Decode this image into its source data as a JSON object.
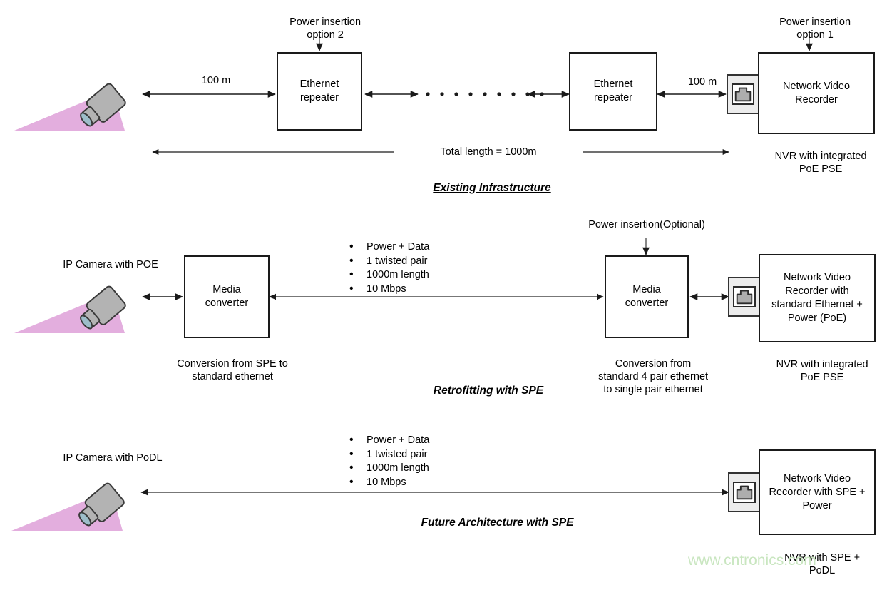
{
  "diagram": {
    "title_domain": "Single Pair Ethernet IP camera architectures",
    "watermark": "www.cntronics.com",
    "colors": {
      "camera_body": "#b3b3b3",
      "camera_beam": "#e3aede",
      "line": "#1a1a1a",
      "watermark": "#c9e6c0"
    }
  },
  "sections": [
    {
      "id": "existing",
      "title": "Existing Infrastructure",
      "annotations": {
        "power_insertion_2_line1": "Power insertion",
        "power_insertion_2_line2": "option 2",
        "power_insertion_1_line1": "Power insertion",
        "power_insertion_1_line2": "option 1"
      },
      "link_labels": {
        "left_span": "100 m",
        "right_span": "100 m",
        "total": "Total length = 1000m"
      },
      "nodes": {
        "repeater_left_line1": "Ethernet",
        "repeater_left_line2": "repeater",
        "repeater_right_line1": "Ethernet",
        "repeater_right_line2": "repeater",
        "nvr_line1": "Network Video",
        "nvr_line2": "Recorder",
        "nvr_caption_line1": "NVR with integrated",
        "nvr_caption_line2": "PoE PSE"
      },
      "ellipsis_dots": 10
    },
    {
      "id": "retrofitting",
      "title": "Retrofitting with SPE",
      "annotations": {
        "power_insertion_optional": "Power insertion(Optional)"
      },
      "labels": {
        "camera": "IP Camera with POE"
      },
      "bullets": [
        "Power + Data",
        "1 twisted pair",
        "1000m length",
        "10 Mbps"
      ],
      "nodes": {
        "converter_left_line1": "Media",
        "converter_left_line2": "converter",
        "converter_left_caption_line1": "Conversion from SPE to",
        "converter_left_caption_line2": "standard ethernet",
        "converter_right_line1": "Media",
        "converter_right_line2": "converter",
        "converter_right_caption_line1": "Conversion from",
        "converter_right_caption_line2": "standard 4 pair ethernet",
        "converter_right_caption_line3": "to single pair ethernet",
        "nvr_line1": "Network Video",
        "nvr_line2": "Recorder with",
        "nvr_line3": "standard Ethernet +",
        "nvr_line4": "Power (PoE)",
        "nvr_caption_line1": "NVR with integrated",
        "nvr_caption_line2": "PoE PSE"
      }
    },
    {
      "id": "future",
      "title": "Future Architecture with SPE",
      "labels": {
        "camera": "IP Camera with PoDL"
      },
      "bullets": [
        "Power + Data",
        "1 twisted pair",
        "1000m length",
        "10 Mbps"
      ],
      "nodes": {
        "nvr_line1": "Network Video",
        "nvr_line2": "Recorder with SPE +",
        "nvr_line3": "Power",
        "nvr_caption_line1": "NVR with SPE +",
        "nvr_caption_line2": "PoDL"
      }
    }
  ]
}
